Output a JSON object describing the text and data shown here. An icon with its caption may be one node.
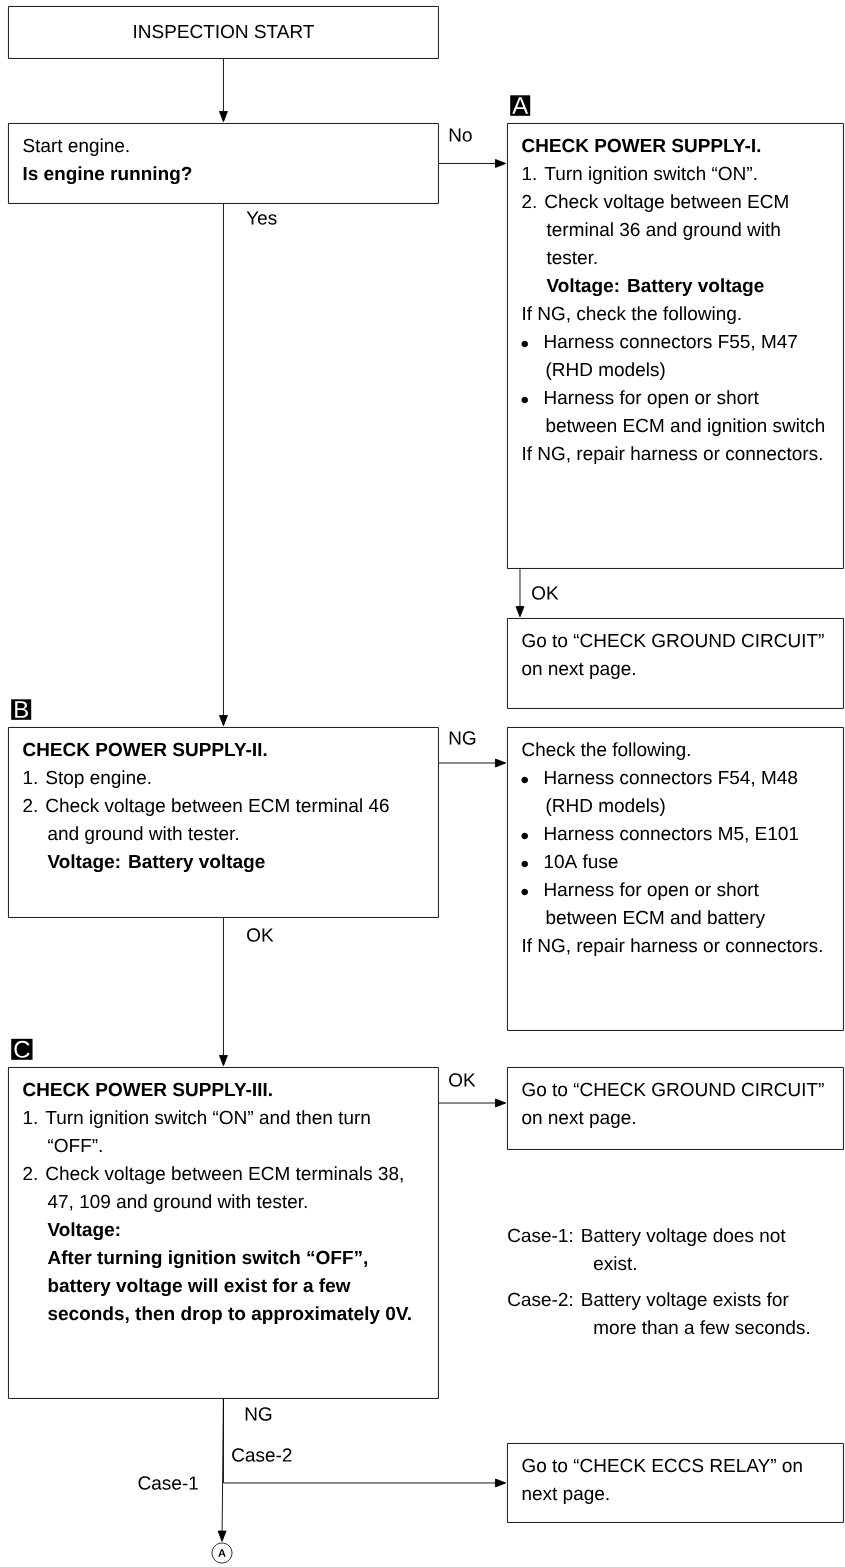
{
  "diagram": {
    "nodes": [
      {
        "text": [
          "INSPECTION START"
        ]
      },
      {
        "text": [
          "Start engine.",
          "Is engine running?"
        ]
      },
      {
        "text": [
          "A",
          "CHECK POWER SUPPLY-I.",
          "1. Turn ignition switch “ON”.",
          "2. Check voltage between ECM terminal 36 and ground with tester.",
          "Voltage: Battery voltage",
          "If NG, check the following.",
          "Harness connectors F55, M47 (RHD models)",
          "Harness for open or short between ECM and ignition switch",
          "If NG, repair harness or connectors."
        ]
      },
      {
        "text": [
          "Go to “CHECK GROUND CIRCUIT” on next page."
        ]
      },
      {
        "text": [
          "B",
          "CHECK POWER SUPPLY-II.",
          "1. Stop engine.",
          "2. Check voltage between ECM terminal 46 and ground with tester.",
          "Voltage: Battery voltage"
        ]
      },
      {
        "text": [
          "Check the following.",
          "Harness connectors F54, M48 (RHD models)",
          "Harness connectors M5, E101",
          "10A fuse",
          "Harness for open or short between ECM and battery",
          "If NG, repair harness or connectors."
        ]
      },
      {
        "text": [
          "C",
          "CHECK POWER SUPPLY-III.",
          "1. Turn ignition switch “ON” and then turn “OFF”.",
          "2. Check voltage between ECM terminals 38, 47, 109 and ground with tester.",
          "Voltage:",
          "After turning ignition switch “OFF”, battery voltage will exist for a few seconds, then drop to approximately 0V."
        ]
      },
      {
        "text": [
          "Go to “CHECK GROUND CIRCUIT” on next page."
        ]
      },
      {
        "text": [
          "Go to “CHECK ECCS RELAY” on next page."
        ]
      },
      {
        "text": [
          "A"
        ]
      }
    ],
    "edges": [
      {
        "from": 0,
        "to": 1,
        "arrow": "to"
      },
      {
        "from": 1,
        "to": 2,
        "arrow": "to",
        "label": "No"
      },
      {
        "from": 1,
        "to": 4,
        "arrow": "to",
        "label": "Yes"
      },
      {
        "from": 2,
        "to": 3,
        "arrow": "to",
        "label": "OK"
      },
      {
        "from": 4,
        "to": 5,
        "arrow": "to",
        "label": "NG"
      },
      {
        "from": 4,
        "to": 6,
        "arrow": "to",
        "label": "OK"
      },
      {
        "from": 6,
        "to": 7,
        "arrow": "to",
        "label": "OK"
      },
      {
        "from": 6,
        "to": 8,
        "arrow": "to",
        "label": "Case-2"
      },
      {
        "from": 6,
        "to": 9,
        "arrow": "to",
        "label": "Case-1"
      }
    ],
    "labels": [
      "Case-1: Battery voltage does not exist.",
      "Case-2: Battery voltage exists for more than a few seconds.",
      "NG"
    ]
  }
}
